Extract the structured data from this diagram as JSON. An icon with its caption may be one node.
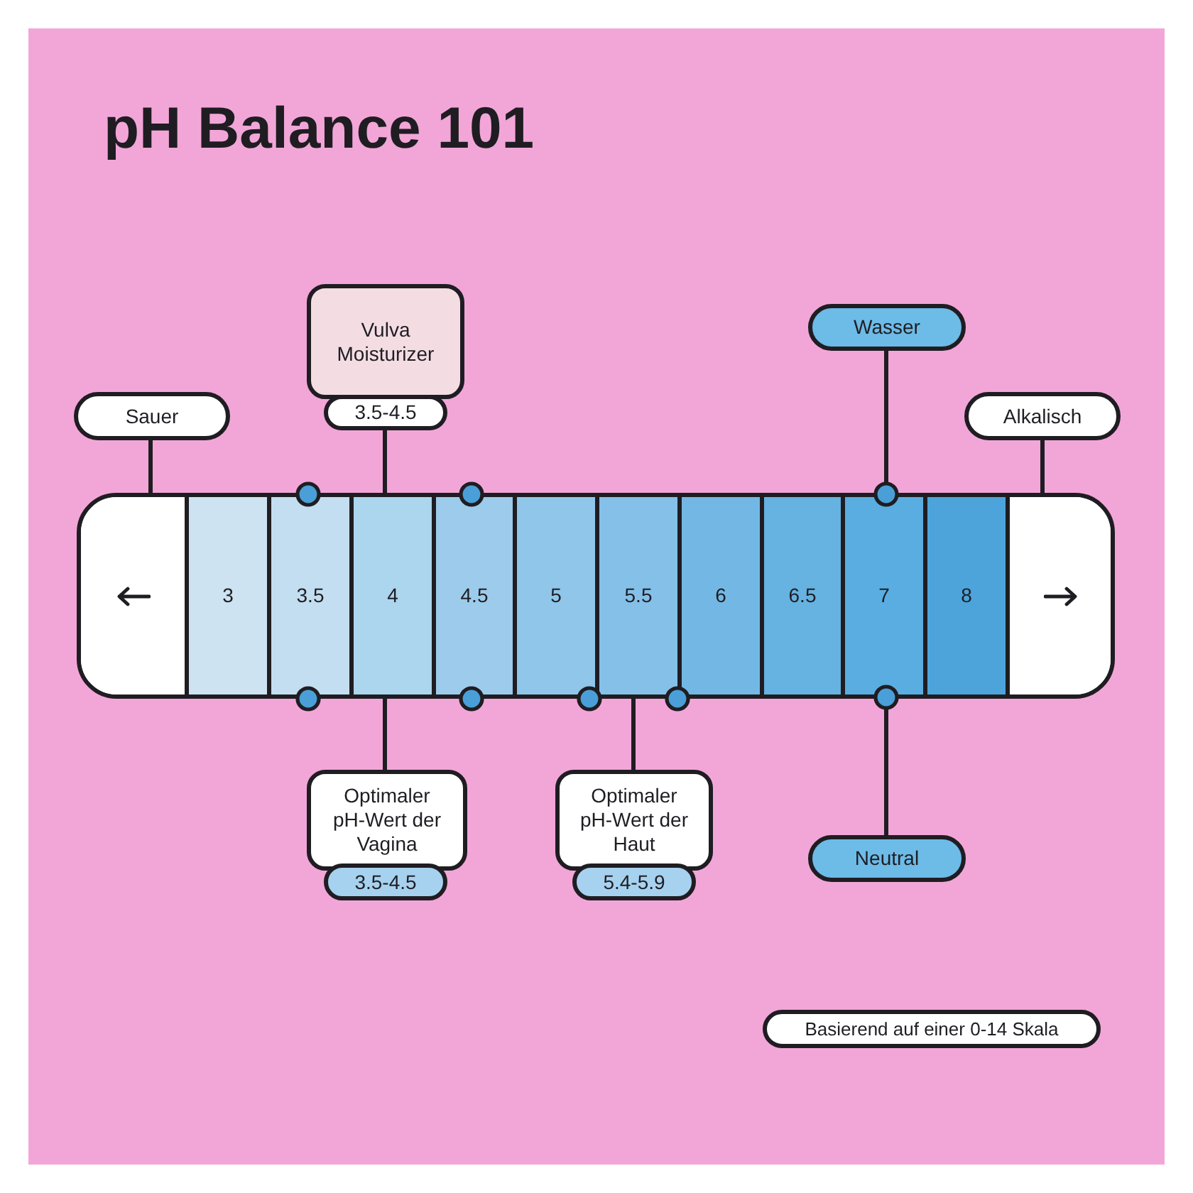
{
  "diagram": {
    "title": "pH Balance 101",
    "nodes": [
      {
        "text": [
          "Vulva Moisturizer"
        ]
      },
      {
        "text": [
          "3.5-4.5"
        ]
      },
      {
        "text": [
          "Wasser"
        ]
      },
      {
        "text": [
          "Sauer"
        ]
      },
      {
        "text": [
          "Alkalisch"
        ]
      },
      {
        "text": [],
        "shape": "bar"
      },
      {
        "text": [],
        "shape": "box",
        "in": 5
      },
      {
        "text": [
          "3"
        ],
        "in": 5
      },
      {
        "text": [
          "3.5"
        ],
        "in": 5
      },
      {
        "text": [
          "4"
        ],
        "in": 5
      },
      {
        "text": [
          "4.5"
        ],
        "in": 5
      },
      {
        "text": [
          "5"
        ],
        "in": 5
      },
      {
        "text": [
          "5.5"
        ],
        "in": 5
      },
      {
        "text": [
          "6"
        ],
        "in": 5
      },
      {
        "text": [
          "6.5"
        ],
        "in": 5
      },
      {
        "text": [
          "7"
        ],
        "in": 5
      },
      {
        "text": [
          "8"
        ],
        "in": 5
      },
      {
        "text": [],
        "shape": "box",
        "in": 5
      },
      {
        "text": [
          "Optimaler pH-Wert der Vagina"
        ]
      },
      {
        "text": [
          "3.5-4.5"
        ]
      },
      {
        "text": [
          "Optimaler pH-Wert der Haut"
        ]
      },
      {
        "text": [
          "5.4-5.9"
        ]
      },
      {
        "text": [
          "Neutral"
        ]
      },
      {
        "text": [
          "Basierend auf einer 0-14 Skala"
        ]
      }
    ],
    "edges": [
      {
        "from": 1,
        "to": 9,
        "arrow": "none"
      },
      {
        "from": 2,
        "to": 15,
        "arrow": "other"
      },
      {
        "from": 3,
        "to": 6,
        "arrow": "none"
      },
      {
        "from": 4,
        "to": 17,
        "arrow": "none"
      },
      {
        "from": 18,
        "to": 9,
        "arrow": "none"
      },
      {
        "from": 20,
        "to": 12,
        "arrow": "none"
      },
      {
        "from": 22,
        "to": 15,
        "arrow": "other"
      }
    ]
  }
}
